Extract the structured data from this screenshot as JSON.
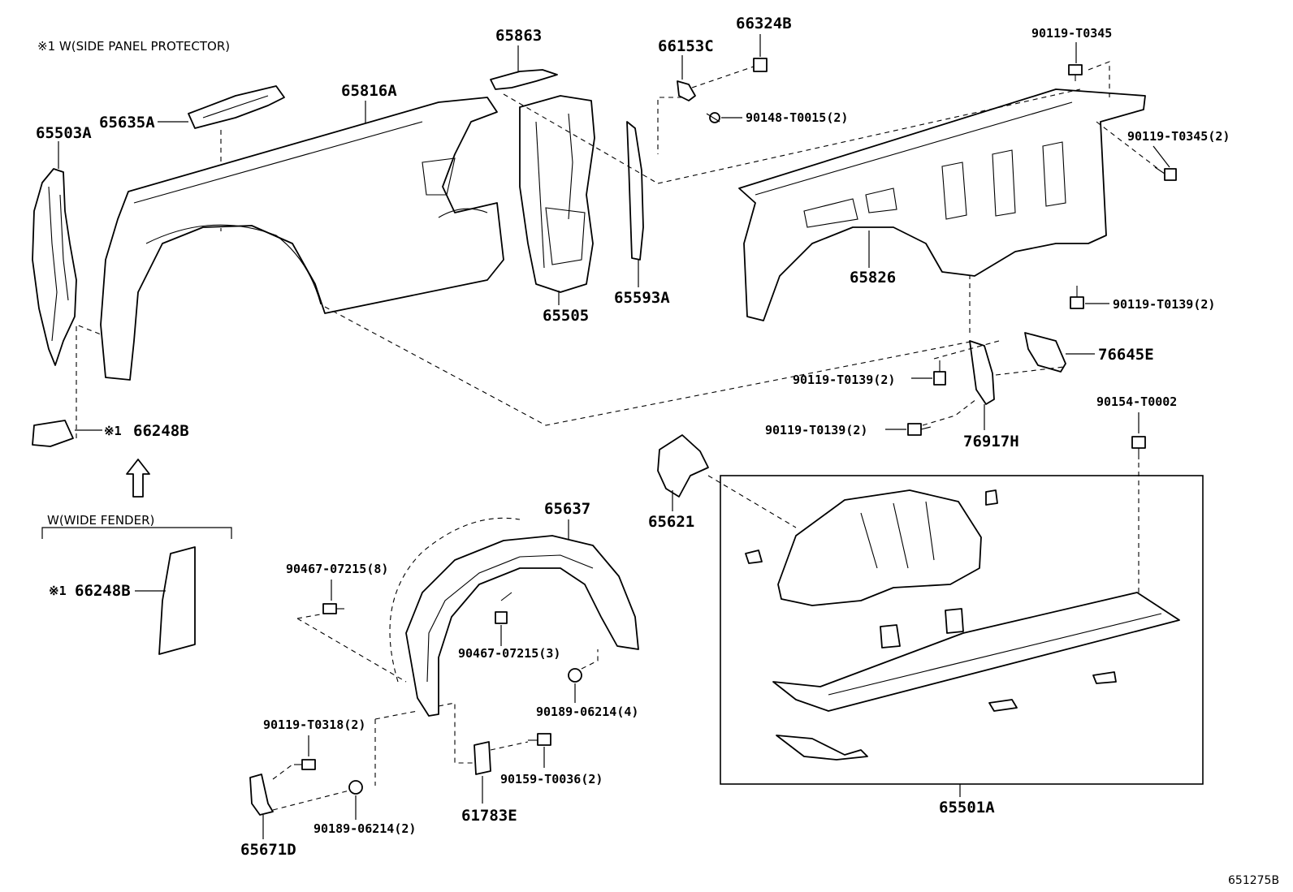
{
  "notes": {
    "side_panel_protector": "※1 W(SIDE PANEL PROTECTOR)",
    "wide_fender": "W(WIDE FENDER)",
    "diagram_ref": "651275B"
  },
  "parts": {
    "p65503A": "65503A",
    "p65635A": "65635A",
    "p65816A": "65816A",
    "p65863": "65863",
    "p66153C": "66153C",
    "p66324B": "66324B",
    "p90119_T0345_top": "90119-T0345",
    "p90148_T0015": "90148-T0015(2)",
    "p90119_T0345_2": "90119-T0345(2)",
    "p65505": "65505",
    "p65593A": "65593A",
    "p65826": "65826",
    "p90119_T0139_right": "90119-T0139(2)",
    "p76645E": "76645E",
    "p90119_T0139_mid": "90119-T0139(2)",
    "p90119_T0139_low": "90119-T0139(2)",
    "p76917H": "76917H",
    "p90154_T0002": "90154-T0002",
    "p66248B_upper_mark": "※1",
    "p66248B_upper": "66248B",
    "p66248B_lower_mark": "※1",
    "p66248B_lower": "66248B",
    "p65637": "65637",
    "p65621": "65621",
    "p90467_07215_8": "90467-07215(8)",
    "p90467_07215_3": "90467-07215(3)",
    "p90189_06214_4": "90189-06214(4)",
    "p90119_T0318": "90119-T0318(2)",
    "p90159_T0036": "90159-T0036(2)",
    "p61783E": "61783E",
    "p90189_06214_2": "90189-06214(2)",
    "p65671D": "65671D",
    "p65501A": "65501A"
  }
}
